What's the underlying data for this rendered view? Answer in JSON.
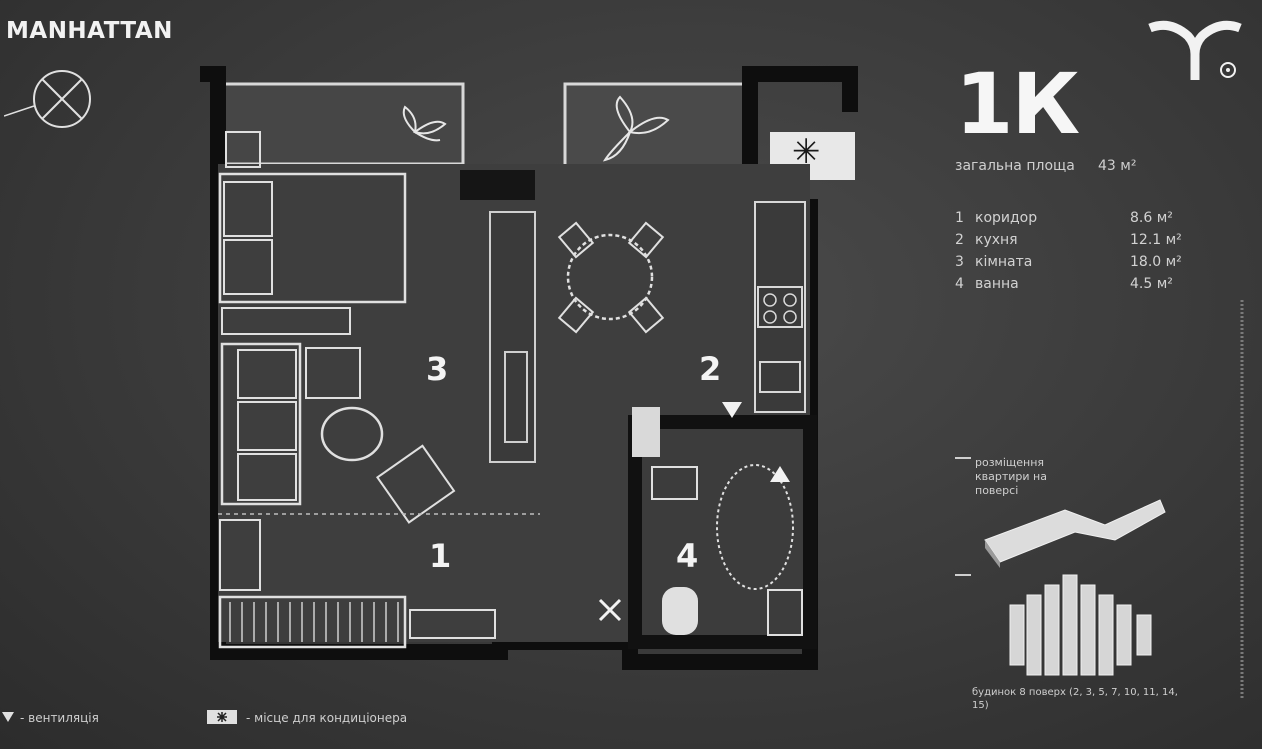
{
  "header": {
    "brand": "MANHATTAN"
  },
  "apartment": {
    "type": "1К",
    "total_area_label": "загальна площа",
    "total_area_value": "43 м²",
    "rooms": [
      {
        "number": "1",
        "name": "коридор",
        "area": "8.6 м²"
      },
      {
        "number": "2",
        "name": "кухня",
        "area": "12.1 м²"
      },
      {
        "number": "3",
        "name": "кімната",
        "area": "18.0 м²"
      },
      {
        "number": "4",
        "name": "ванна",
        "area": "4.5 м²"
      }
    ]
  },
  "plan": {
    "room_labels": [
      "1",
      "2",
      "3",
      "4"
    ],
    "ac_symbol": "✳"
  },
  "placement": {
    "label": "розміщення квартири на поверсі"
  },
  "section": {
    "label": "будинок 8 поверх (2, 3, 5, 7, 10, 11, 14, 15)"
  },
  "legend": {
    "ventilation": "- вентиляція",
    "ac_place": "- місце для кондиціонера"
  },
  "icons": {
    "compass": "compass-icon",
    "logo": "brand-logo-icon",
    "plant": "plant-icon"
  },
  "colors": {
    "background": "#3a3a3a",
    "wall": "#111111",
    "line": "#e6e6e6"
  }
}
